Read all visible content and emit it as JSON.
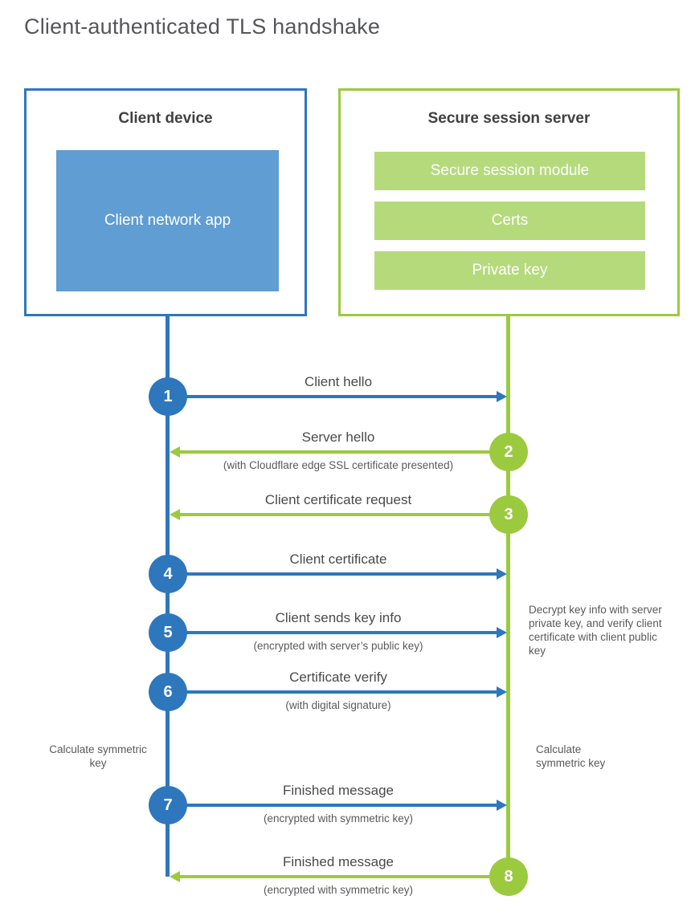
{
  "title": "Client-authenticated TLS handshake",
  "colors": {
    "blue": "#2e77bd",
    "blue_fill": "#5f9dd3",
    "green": "#9bca3e",
    "green_fill": "#b5da7c",
    "heading_text": "#414042",
    "label_text": "#4a4a4c",
    "note_text": "#58595b"
  },
  "client_box": {
    "title": "Client device",
    "app_label": "Client network app"
  },
  "server_box": {
    "title": "Secure session server",
    "modules": [
      "Secure session module",
      "Certs",
      "Private key"
    ]
  },
  "steps": [
    {
      "num": "1",
      "from": "client",
      "to": "server",
      "label": "Client hello"
    },
    {
      "num": "2",
      "from": "server",
      "to": "client",
      "label": "Server hello",
      "sublabel": "(with Cloudflare edge SSL certificate presented)"
    },
    {
      "num": "3",
      "from": "server",
      "to": "client",
      "label": "Client certificate request"
    },
    {
      "num": "4",
      "from": "client",
      "to": "server",
      "label": "Client certificate"
    },
    {
      "num": "5",
      "from": "client",
      "to": "server",
      "label": "Client sends key info",
      "sublabel": "(encrypted with server’s public key)"
    },
    {
      "num": "6",
      "from": "client",
      "to": "server",
      "label": "Certificate verify",
      "sublabel": "(with digital signature)"
    },
    {
      "num": "7",
      "from": "client",
      "to": "server",
      "label": "Finished message",
      "sublabel": "(encrypted with symmetric key)"
    },
    {
      "num": "8",
      "from": "server",
      "to": "client",
      "label": "Finished message",
      "sublabel": "(encrypted with symmetric key)"
    }
  ],
  "annotations": {
    "decrypt_note": "Decrypt key info with server private key, and verify client certificate with client public key",
    "calc_left": "Calculate symmetric key",
    "calc_right": "Calculate symmetric key"
  }
}
